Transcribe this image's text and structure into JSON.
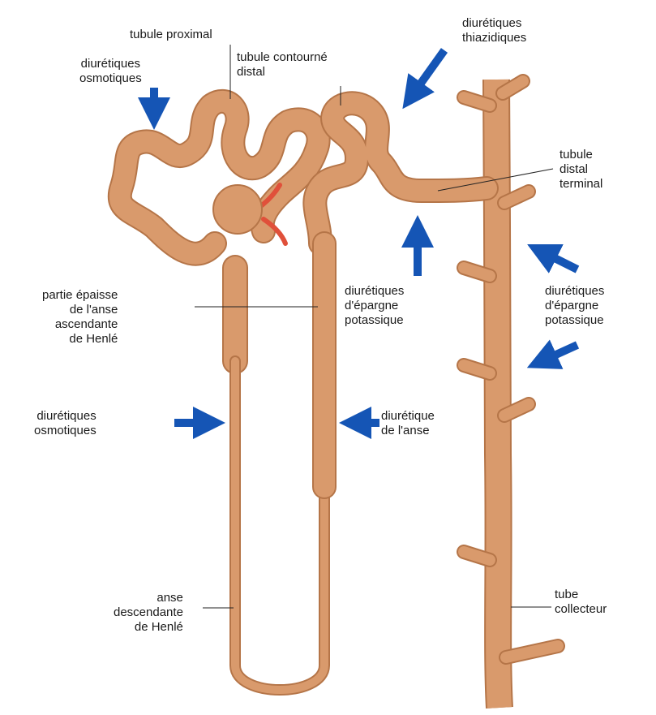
{
  "colors": {
    "tubule": "#d99a6c",
    "tubule_edge": "#b57548",
    "tubule_light": "#e8b58d",
    "vessel": "#e0503a",
    "arrow": "#1555b5",
    "leader": "#222222",
    "background": "#ffffff"
  },
  "labels": {
    "tubule_proximal": "tubule proximal",
    "tubule_contourne_1": "tubule contourné",
    "tubule_contourne_2": "distal",
    "diur_osm_top_1": "diurétiques",
    "diur_osm_top_2": "osmotiques",
    "diur_thiaz_1": "diurétiques",
    "diur_thiaz_2": "thiazidiques",
    "tubule_distal_terminal_1": "tubule",
    "tubule_distal_terminal_2": "distal",
    "tubule_distal_terminal_3": "terminal",
    "partie_epaisse_1": "partie épaisse",
    "partie_epaisse_2": "de l'anse",
    "partie_epaisse_3": "ascendante",
    "partie_epaisse_4": "de Henlé",
    "diur_epargne_mid_1": "diurétiques",
    "diur_epargne_mid_2": "d'épargne",
    "diur_epargne_mid_3": "potassique",
    "diur_epargne_right_1": "diurétiques",
    "diur_epargne_right_2": "d'épargne",
    "diur_epargne_right_3": "potassique",
    "diur_osm_low_1": "diurétiques",
    "diur_osm_low_2": "osmotiques",
    "diur_anse_1": "diurétique",
    "diur_anse_2": "de l'anse",
    "anse_desc_1": "anse",
    "anse_desc_2": "descendante",
    "anse_desc_3": "de Henlé",
    "tube_coll_1": "tube",
    "tube_coll_2": "collecteur"
  }
}
